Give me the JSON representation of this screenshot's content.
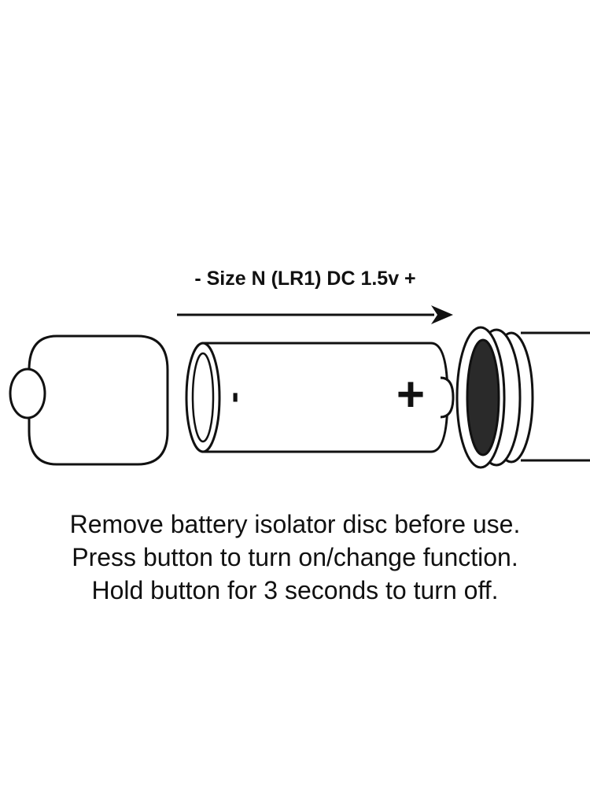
{
  "diagram": {
    "label": "- Size N (LR1) DC 1.5v +",
    "battery_negative_mark": "-",
    "battery_positive_mark": "+"
  },
  "instructions": {
    "line1": "Remove battery isolator disc before use.",
    "line2": "Press button to turn on/change function.",
    "line3": "Hold button for 3 seconds to turn off."
  },
  "colors": {
    "ink": "#111111",
    "background": "#ffffff",
    "contact_fill": "#2a2a2a"
  },
  "icons": [
    "end-cap-icon",
    "battery-icon",
    "arrow-icon",
    "device-body-icon"
  ]
}
